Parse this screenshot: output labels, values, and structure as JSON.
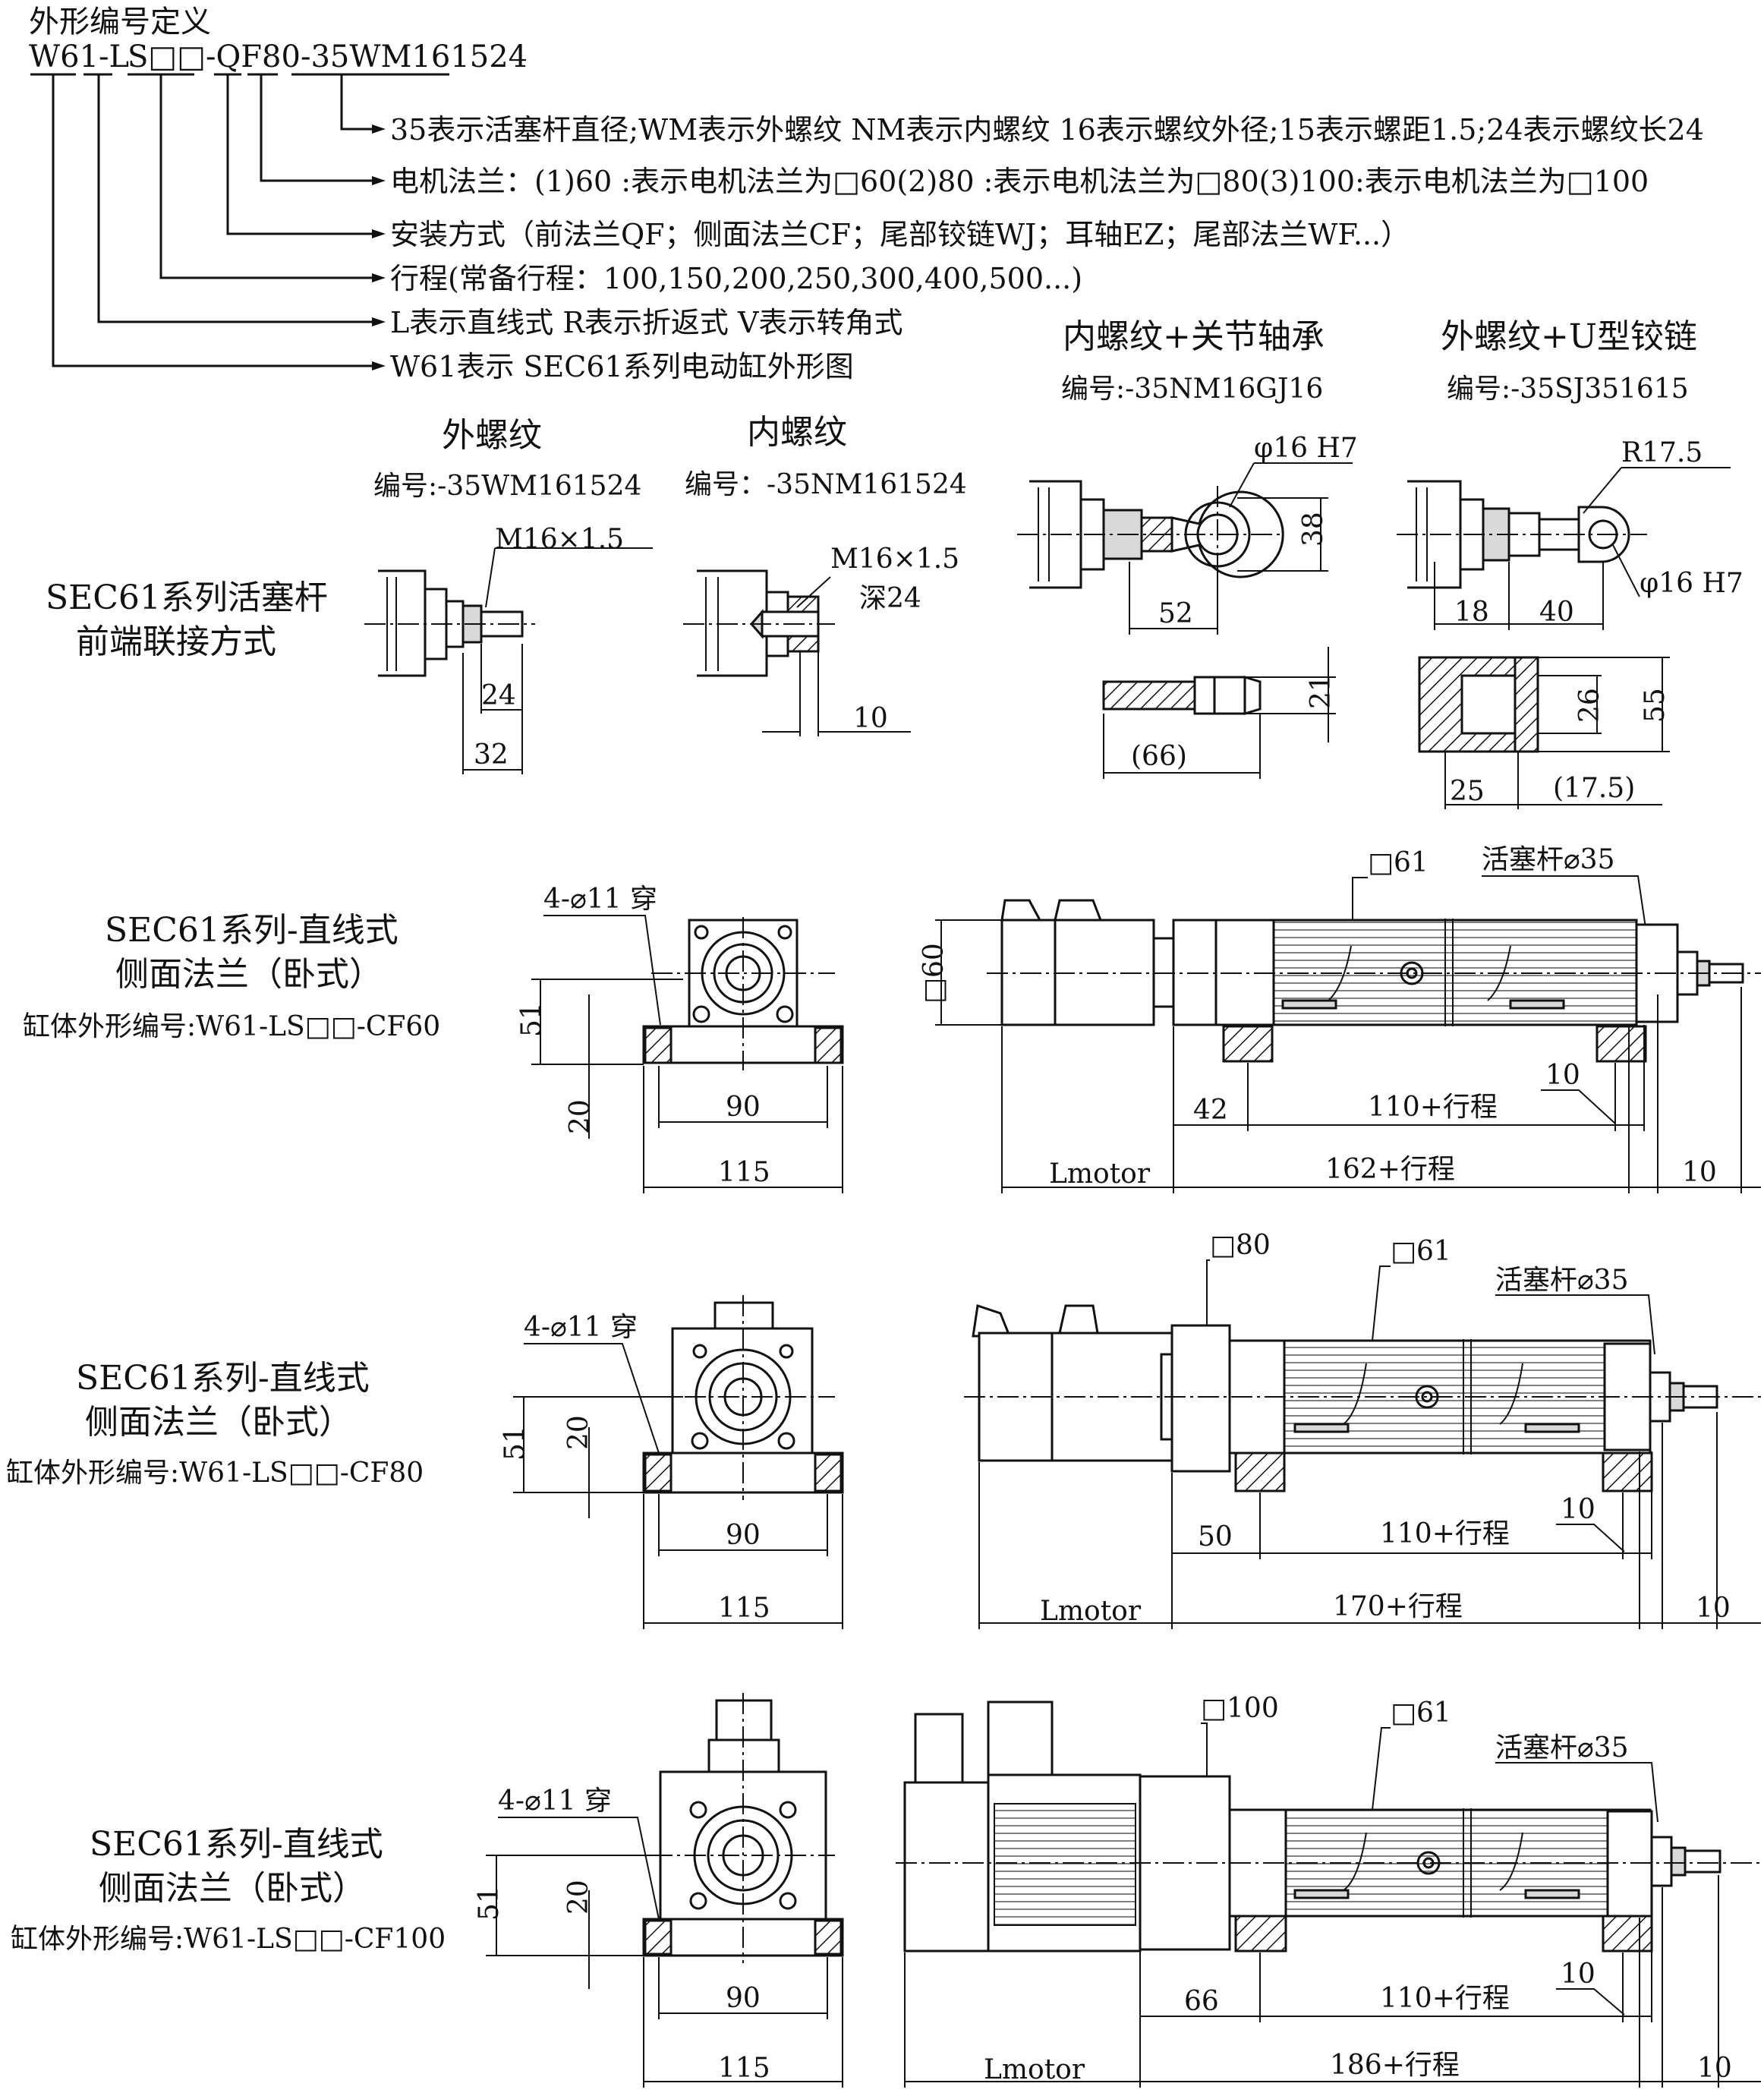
{
  "definition": {
    "heading": "外形编号定义",
    "code": {
      "p1": "W61-L",
      "p2": "S□□-QF80-35WM161524"
    },
    "notes": [
      "35表示活塞杆直径;WM表示外螺纹 NM表示内螺纹 16表示螺纹外径;15表示螺距1.5;24表示螺纹长24",
      "电机法兰：(1)60 :表示电机法兰为□60(2)80 :表示电机法兰为□80(3)100:表示电机法兰为□100",
      "安装方式（前法兰QF；侧面法兰CF；尾部铰链WJ；耳轴EZ；尾部法兰WF...）",
      "行程(常备行程：100,150,200,250,300,400,500...)",
      "L表示直线式 R表示折返式 V表示转角式",
      "W61表示 SEC61系列电动缸外形图"
    ]
  },
  "rod_ends": {
    "section_label_1": "SEC61系列活塞杆",
    "section_label_2": "前端联接方式",
    "external": {
      "title": "外螺纹",
      "code": "编号:-35WM161524",
      "thread": "M16×1.5",
      "dim_a": "24",
      "dim_b": "32"
    },
    "internal": {
      "title": "内螺纹",
      "code": "编号：-35NM161524",
      "thread": "M16×1.5",
      "depth": "深24",
      "dim_a": "10"
    },
    "rod_eye": {
      "title": "内螺纹+关节轴承",
      "code": "编号:-35NM16GJ16",
      "bore": "φ16 H7",
      "dim_h": "38",
      "dim_l": "52",
      "dim_t": "21",
      "dim_len": "(66)"
    },
    "clevis": {
      "title": "外螺纹+U型铰链",
      "code": "编号:-35SJ351615",
      "radius": "R17.5",
      "bore": "φ16 H7",
      "dim_a": "18",
      "dim_b": "40",
      "dim_slot": "26",
      "dim_h": "55",
      "dim_c": "25",
      "dim_d": "(17.5)"
    }
  },
  "variants": [
    {
      "title_1": "SEC61系列-直线式",
      "title_2": "侧面法兰（卧式）",
      "code": "缸体外形编号:W61-LS□□-CF60",
      "holes": "4-⌀11 穿",
      "dim_h": "51",
      "dim_foot": "20",
      "dim_pitch": "90",
      "dim_width": "115",
      "motor_sq": "□60",
      "tube_sq": "□61",
      "rod": "活塞杆⌀35",
      "dim_front": "42",
      "dim_stroke": "110+行程",
      "dim_end": "10",
      "dim_motor": "Lmotor",
      "dim_total": "162+行程",
      "dim_tip": "10"
    },
    {
      "title_1": "SEC61系列-直线式",
      "title_2": "侧面法兰（卧式）",
      "code": "缸体外形编号:W61-LS□□-CF80",
      "holes": "4-⌀11 穿",
      "dim_h": "51",
      "dim_foot": "20",
      "dim_pitch": "90",
      "dim_width": "115",
      "motor_sq": "□80",
      "tube_sq": "□61",
      "rod": "活塞杆⌀35",
      "dim_front": "50",
      "dim_stroke": "110+行程",
      "dim_end": "10",
      "dim_motor": "Lmotor",
      "dim_total": "170+行程",
      "dim_tip": "10"
    },
    {
      "title_1": "SEC61系列-直线式",
      "title_2": "侧面法兰（卧式）",
      "code": "缸体外形编号:W61-LS□□-CF100",
      "holes": "4-⌀11 穿",
      "dim_h": "51",
      "dim_foot": "20",
      "dim_pitch": "90",
      "dim_width": "115",
      "motor_sq": "□100",
      "tube_sq": "□61",
      "rod": "活塞杆⌀35",
      "dim_front": "66",
      "dim_stroke": "110+行程",
      "dim_end": "10",
      "dim_motor": "Lmotor",
      "dim_total": "186+行程",
      "dim_tip": "10"
    }
  ]
}
